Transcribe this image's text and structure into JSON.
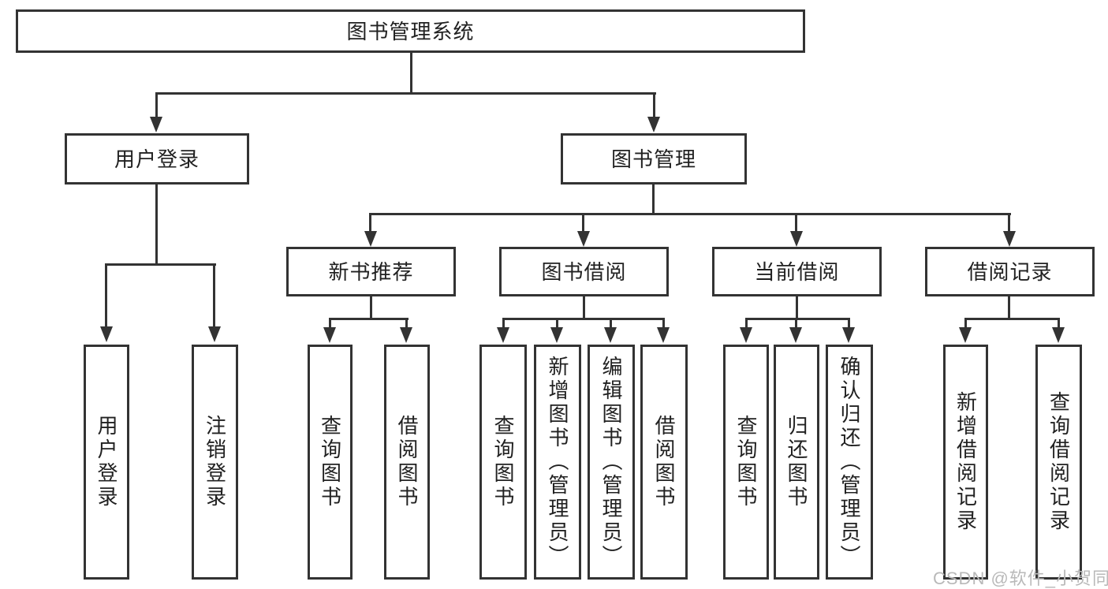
{
  "diagram": {
    "root": {
      "label": "图书管理系统"
    },
    "branches": [
      {
        "label": "用户登录",
        "children": [
          {
            "label": "用户登录"
          },
          {
            "label": "注销登录"
          }
        ]
      },
      {
        "label": "图书管理",
        "children": [
          {
            "label": "新书推荐",
            "children": [
              {
                "label": "查询图书"
              },
              {
                "label": "借阅图书"
              }
            ]
          },
          {
            "label": "图书借阅",
            "children": [
              {
                "label": "查询图书"
              },
              {
                "label": "新增图书（管理员）"
              },
              {
                "label": "编辑图书（管理员）"
              },
              {
                "label": "借阅图书"
              }
            ]
          },
          {
            "label": "当前借阅",
            "children": [
              {
                "label": "查询图书"
              },
              {
                "label": "归还图书"
              },
              {
                "label": "确认归还（管理员）"
              }
            ]
          },
          {
            "label": "借阅记录",
            "children": [
              {
                "label": "新增借阅记录"
              },
              {
                "label": "查询借阅记录"
              }
            ]
          }
        ]
      }
    ]
  },
  "watermark": {
    "text": "CSDN @软件_小贺同学"
  },
  "colors": {
    "line": "#333333",
    "text": "#212121",
    "watermark": "#b9b9b9",
    "background": "#ffffff"
  }
}
